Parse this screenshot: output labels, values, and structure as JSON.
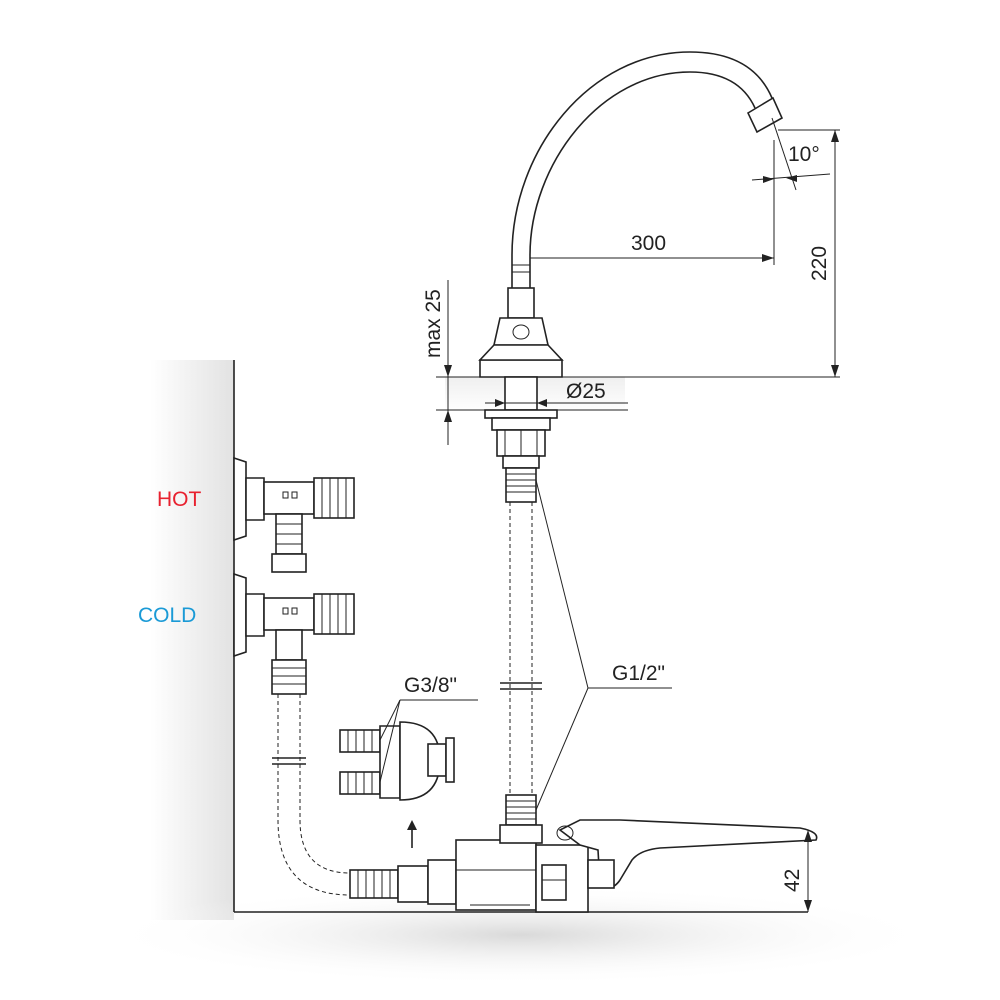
{
  "labels": {
    "hot": "HOT",
    "cold": "COLD",
    "g38": "G3/8\"",
    "g12": "G1/2\"",
    "dim_300": "300",
    "dim_220": "220",
    "dim_10deg": "10°",
    "dim_max25": "max 25",
    "dim_d25": "Ø25",
    "dim_42": "42"
  },
  "colors": {
    "hot": "#e8212f",
    "cold": "#1a9ad6",
    "line": "#222222"
  }
}
